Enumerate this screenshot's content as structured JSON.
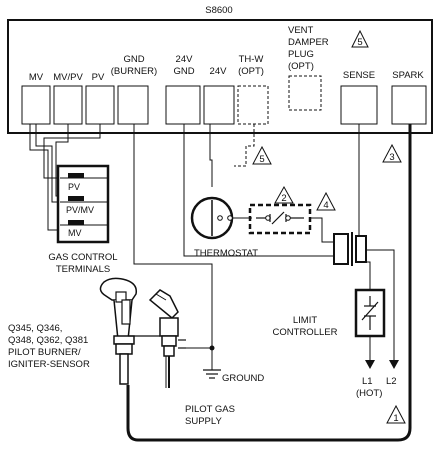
{
  "title": "S8600",
  "terminals": {
    "mv": "MV",
    "mvpv": "MV/PV",
    "pv": "PV",
    "gnd_burner_1": "GND",
    "gnd_burner_2": "(BURNER)",
    "gnd24_1": "24V",
    "gnd24_2": "GND",
    "v24": "24V",
    "thw_1": "TH-W",
    "thw_2": "(OPT)",
    "vent_1": "VENT",
    "vent_2": "DAMPER",
    "vent_3": "PLUG",
    "vent_4": "(OPT)",
    "sense": "SENSE",
    "spark": "SPARK"
  },
  "gas_control": {
    "pv": "PV",
    "pvmv": "PV/MV",
    "mv": "MV",
    "label_1": "GAS CONTROL",
    "label_2": "TERMINALS"
  },
  "notes": {
    "n1": "1",
    "n2": "2",
    "n3": "3",
    "n4": "4",
    "n5a": "5",
    "n5b": "5"
  },
  "thermostat": "THERMOSTAT",
  "limit": {
    "line1": "LIMIT",
    "line2": "CONTROLLER"
  },
  "pilot": {
    "line1": "Q345, Q346,",
    "line2": "Q348, Q362, Q381",
    "line3": "PILOT BURNER/",
    "line4": "IGNITER-SENSOR"
  },
  "ground": "GROUND",
  "pilot_gas": {
    "line1": "PILOT GAS",
    "line2": "SUPPLY"
  },
  "power": {
    "l1": "L1",
    "l1_hot": "(HOT)",
    "l2": "L2"
  }
}
